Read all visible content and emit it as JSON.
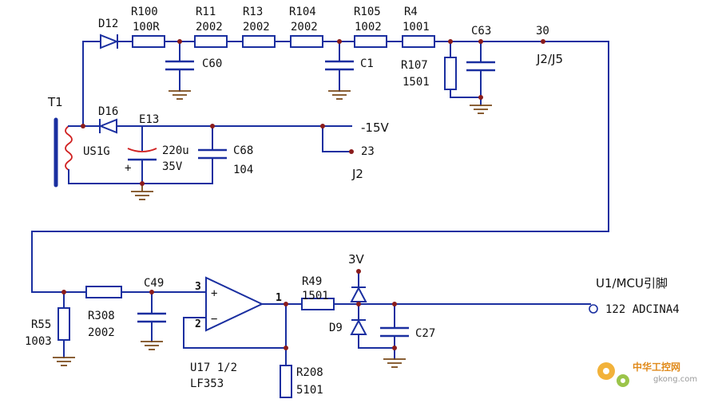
{
  "labels": {
    "t1": "T1",
    "d12": "D12",
    "d16": "D16",
    "us1g": "US1G",
    "e13": "E13",
    "e13_value": "220u",
    "e13_voltage": "35V",
    "c68": "C68",
    "c68_value": "104",
    "neg15v": "-15V",
    "pin23": "23",
    "j2": "J2",
    "r100": "R100",
    "r100_value": "100R",
    "r11": "R11",
    "r11_value": "2002",
    "r13": "R13",
    "r13_value": "2002",
    "r104": "R104",
    "r104_value": "2002",
    "r105": "R105",
    "r105_value": "1002",
    "r4": "R4",
    "r4_value": "1001",
    "c60": "C60",
    "c1": "C1",
    "r107": "R107",
    "r107_value": "1501",
    "c63": "C63",
    "pin30": "30",
    "j2j5": "J2/J5",
    "r55": "R55",
    "r55_value": "1003",
    "r308": "R308",
    "r308_value": "2002",
    "c49": "C49",
    "u17": "U17 1/2",
    "lf353": "LF353",
    "pin3": "3",
    "pin2": "2",
    "pin1": "1",
    "plus": "+",
    "minus": "−",
    "e13_plus": "+",
    "r49": "R49",
    "r49_value": "1501",
    "v3": "3V",
    "d9": "D9",
    "c27": "C27",
    "r208": "R208",
    "r208_value": "5101",
    "mcu_title": "U1/MCU引脚",
    "mcu_pin": "122 ADCINA4"
  },
  "watermark": {
    "cn": "中华工控网",
    "url": "gkong.com",
    "color": "#e08a1a"
  },
  "colors": {
    "wire": "#1a2fa0",
    "junction": "#8a1c1c",
    "ground": "#7a4a1a",
    "coil": "#d02020"
  }
}
